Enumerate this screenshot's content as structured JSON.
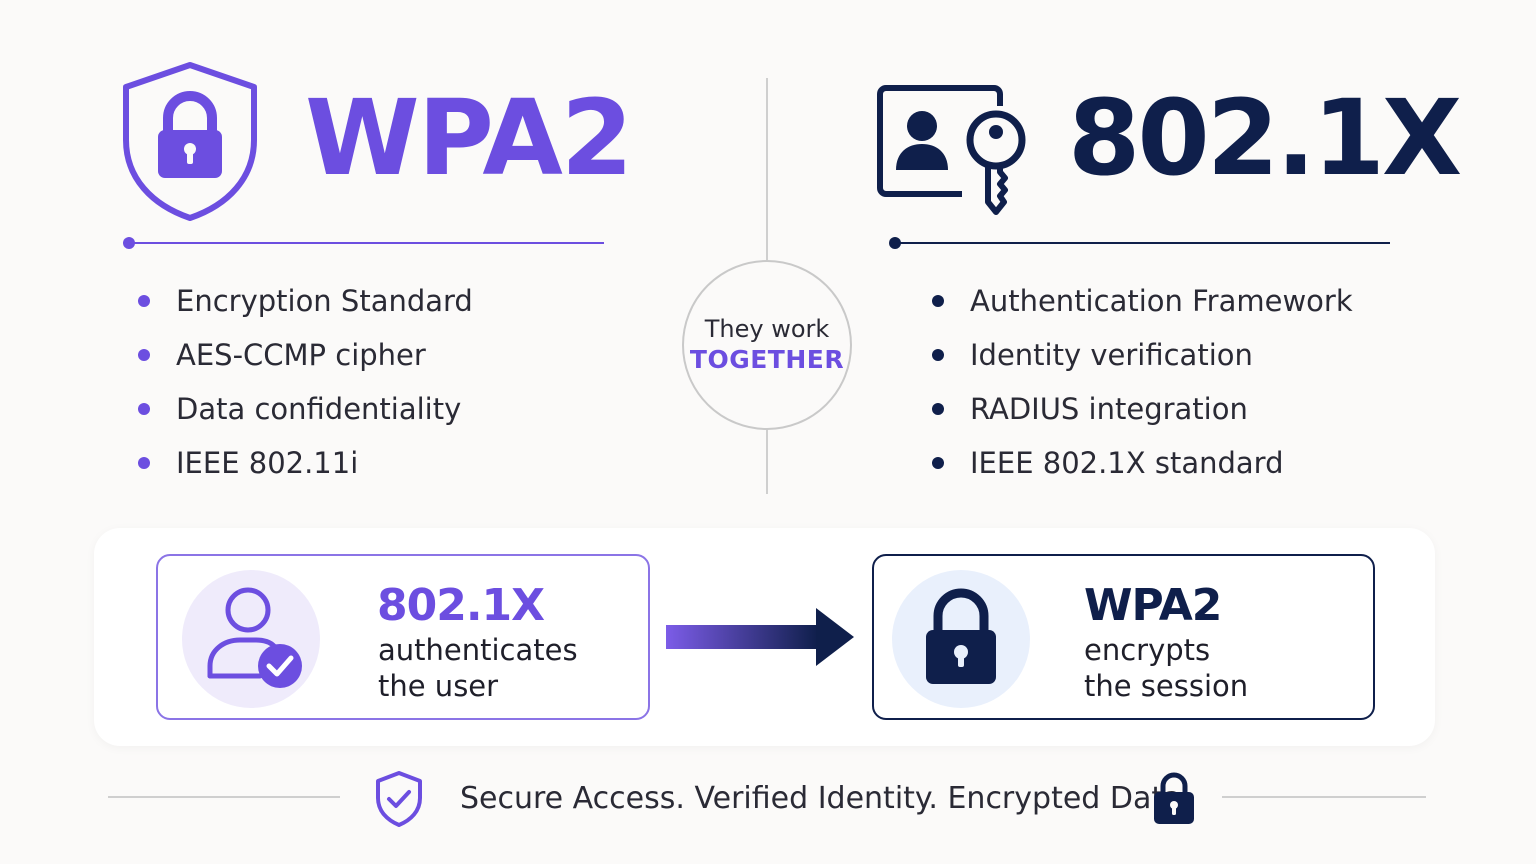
{
  "left": {
    "title": "WPA2",
    "features": [
      "Encryption Standard",
      "AES-CCMP cipher",
      "Data confidentiality",
      "IEEE 802.11i"
    ]
  },
  "right": {
    "title": "802.1X",
    "features": [
      "Authentication Framework",
      "Identity verification",
      "RADIUS integration",
      "IEEE 802.1X standard"
    ]
  },
  "center": {
    "line1": "They work",
    "line2": "TOGETHER"
  },
  "flow": {
    "left": {
      "title": "802.1X",
      "line1": "authenticates",
      "line2": "the user"
    },
    "right": {
      "title": "WPA2",
      "line1": "encrypts",
      "line2": "the session"
    }
  },
  "footer": {
    "tagline": "Secure Access. Verified Identity. Encrypted Data."
  },
  "icons": [
    "shield-lock-icon",
    "id-card-key-icon",
    "user-check-icon",
    "arrow-right-icon",
    "padlock-icon",
    "shield-check-icon",
    "small-padlock-icon"
  ],
  "colors": {
    "purple": "#6c4ee0",
    "navy": "#0f1f4b",
    "light_purple": "#efebfb",
    "light_blue": "#e9f0fc"
  }
}
